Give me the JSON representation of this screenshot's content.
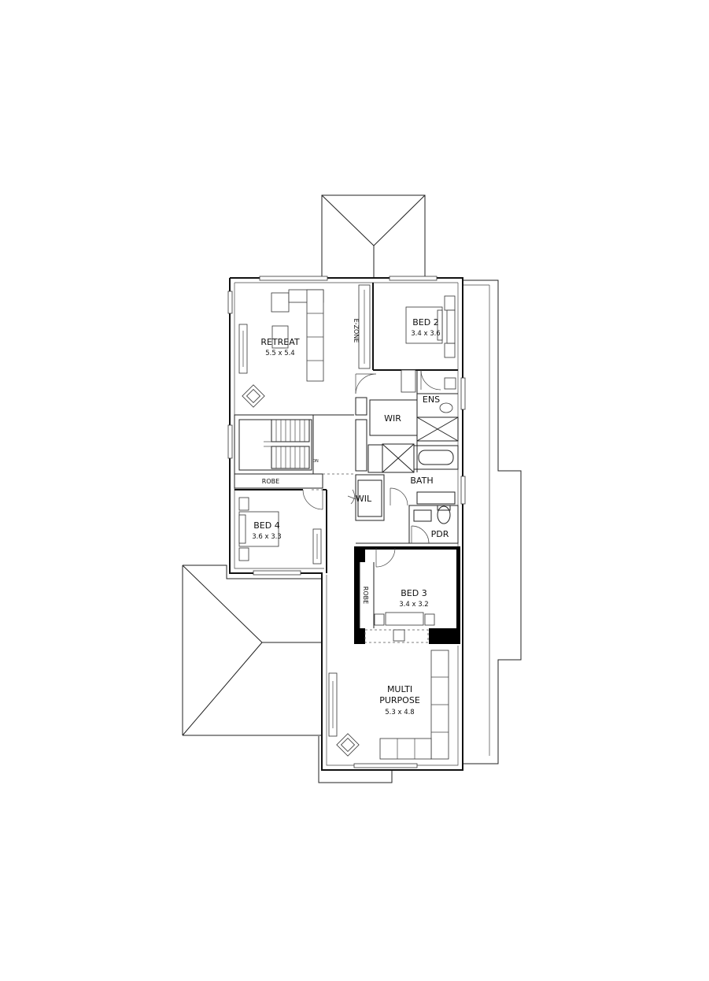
{
  "rooms": {
    "retreat": {
      "name": "RETREAT",
      "size": "5.5 x 5.4"
    },
    "bed2": {
      "name": "BED 2",
      "size": "3.4 x 3.6"
    },
    "bed3": {
      "name": "BED 3",
      "size": "3.4 x 3.2"
    },
    "bed4": {
      "name": "BED 4",
      "size": "3.6 x 3.3"
    },
    "multi_purpose": {
      "name_line1": "MULTI",
      "name_line2": "PURPOSE",
      "size": "5.3 x 4.8"
    },
    "ens": {
      "name": "ENS"
    },
    "wir": {
      "name": "WIR"
    },
    "wil": {
      "name": "WIL"
    },
    "bath": {
      "name": "BATH"
    },
    "pdr": {
      "name": "PDR"
    }
  },
  "labels": {
    "ezone": "E-ZONE",
    "robe_bed4": "ROBE",
    "robe_bed3": "ROBE",
    "stair_dn": "DN"
  }
}
